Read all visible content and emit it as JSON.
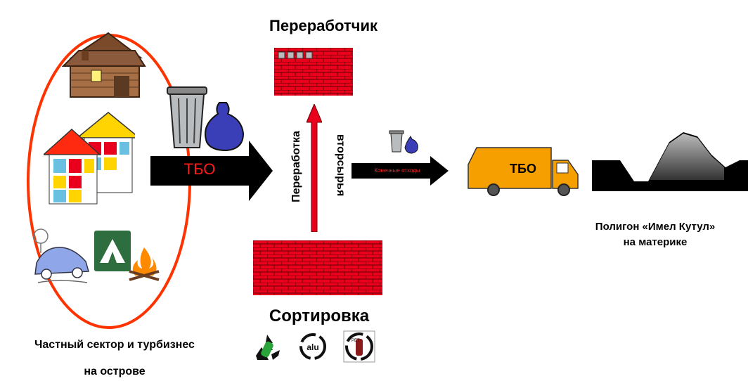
{
  "source_group": {
    "caption_line1": "Частный сектор и турбизнес",
    "caption_line2": "на острове"
  },
  "flow": {
    "main_arrow_label": "ТБО",
    "final_arrow_label": "Конечные отходы"
  },
  "processor": {
    "title": "Переработчик"
  },
  "sorting": {
    "title": "Сортировка",
    "icons": [
      "recycle-glass-icon",
      "recycle-alu-icon",
      "recycle-pet-icon"
    ],
    "alu_text": "alu",
    "pet_text": "PET"
  },
  "recycling_arrow": {
    "label_line1": "Переработка",
    "label_line2": "вторсырья"
  },
  "truck": {
    "label": "ТБО"
  },
  "landfill": {
    "caption_line1": "Полигон «Имел Кутул»",
    "caption_line2": "на материке"
  },
  "colors": {
    "brick": "#e8001c",
    "ellipse": "#ff3300",
    "truck": "#f5a000",
    "arrow": "#000000",
    "red_arrow": "#e8001c"
  }
}
